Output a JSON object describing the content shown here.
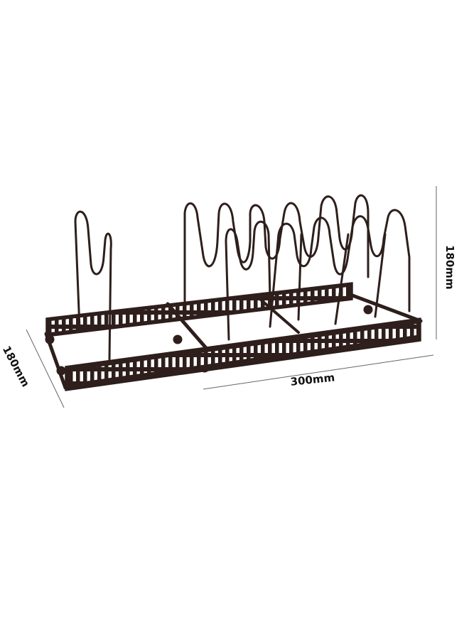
{
  "product": {
    "dimensions": {
      "width_label": "300mm",
      "height_label": "180mm",
      "depth_label": "180mm"
    },
    "colors": {
      "frame": "#2e1f1c",
      "dimension_line": "#666666",
      "background": "#ffffff"
    }
  }
}
